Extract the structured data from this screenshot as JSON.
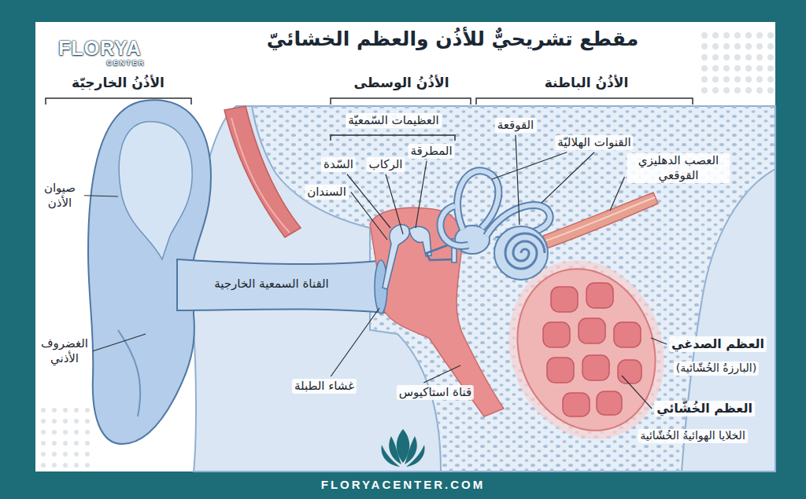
{
  "diagram": {
    "title": "مقطع تشريحيٌّ للأذُن والعظم الخشائيّ",
    "labels": [
      "FLORYA",
      "CENTER",
      "الأذُنُ الخارجيّة",
      "الأذُنُ الوسطى",
      "الأذُنُ الباطنة",
      "العظيمات السّمعيّة",
      "صيوان الأذن",
      "القناة السمعية الخارجية",
      "الغضروف الأذني",
      "غشاء الطبلة",
      "قناة استاكيوس",
      "السندان",
      "السّدة",
      "الركاب",
      "المطرقة",
      "القوقعة",
      "القنوات الهلاليّة",
      "العصب الدهليزي القوقعي",
      "العظم الصدغي",
      "(البارزةُ الخُشّائية)",
      "العظم الخُشّائي",
      "الخلايا الهوائيةُ الخُشّائية",
      "FLORYACENTER.COM"
    ]
  }
}
